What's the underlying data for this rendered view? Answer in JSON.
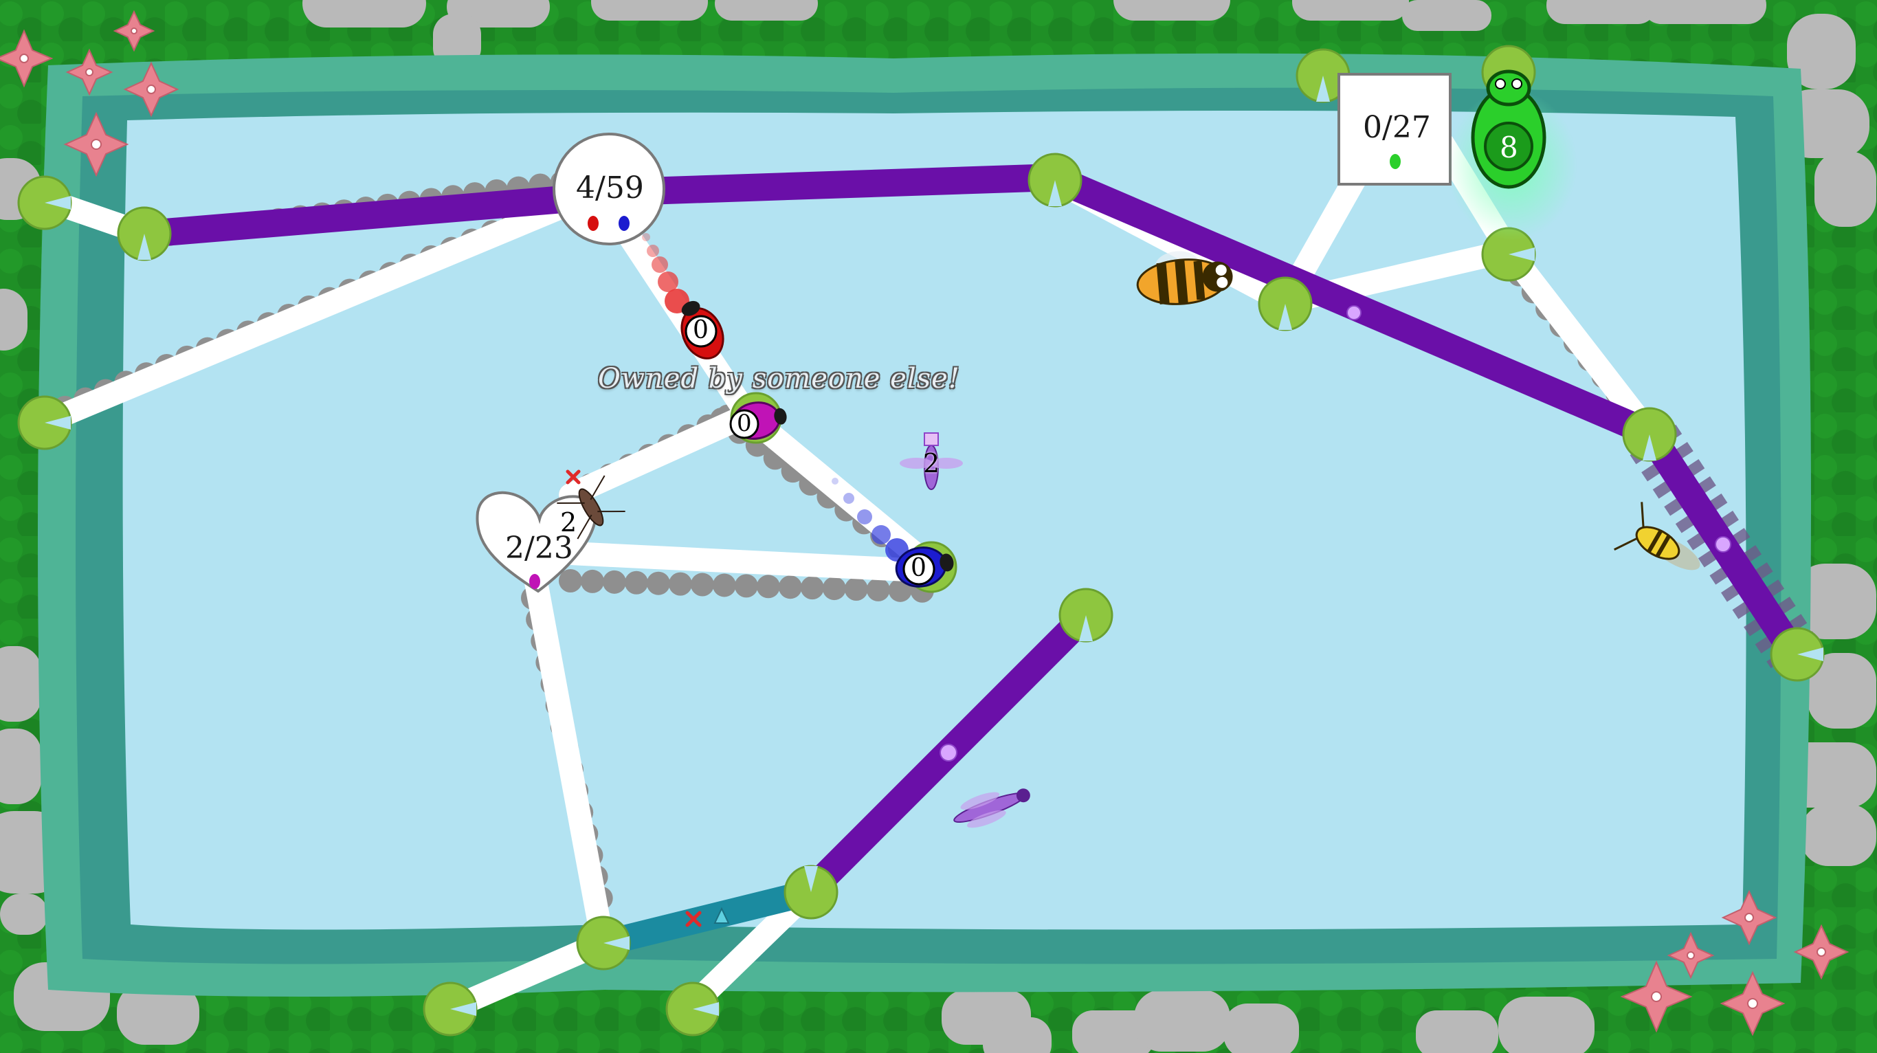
{
  "colors": {
    "grass": "#1f8f26",
    "pond_rim": "#4fb496",
    "pond_inner_rim": "#3a9a8e",
    "water": "#b3e3f2",
    "path_free": "#ffffff",
    "path_purple": "#6a0fa8",
    "path_teal": "#1b8ba0",
    "lily_pad": "#8ec63f",
    "player_red": "#d60f0f",
    "player_blue": "#1c1ccf",
    "player_magenta": "#c013b6",
    "player_green": "#2bcf2b"
  },
  "hub_circle": {
    "count": "4/59"
  },
  "hub_square": {
    "count": "0/27"
  },
  "hub_heart": {
    "count": "2/23"
  },
  "units": {
    "red_beetle": "0",
    "magenta_beetle": "0",
    "blue_beetle": "0",
    "green_beetle": "8",
    "dragonfly_small": "2",
    "mosquito": "2"
  },
  "message": "Owned by someone else!"
}
